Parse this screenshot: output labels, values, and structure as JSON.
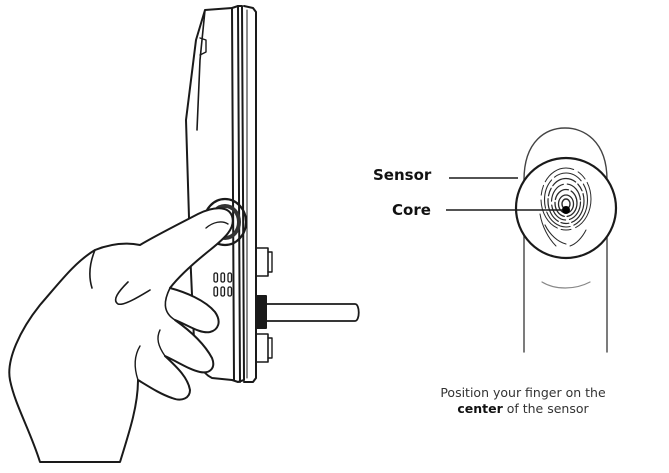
{
  "callouts": {
    "sensor": "Sensor",
    "core": "Core"
  },
  "caption": {
    "line1": "Position your finger on the",
    "line2_bold": "center",
    "line2_rest": " of the sensor"
  },
  "icons": [
    "door-lock-side-view-illustration",
    "hand-pressing-sensor-illustration",
    "fingerprint-icon"
  ],
  "colors": {
    "ink": "#111111",
    "caption_text": "#333333",
    "background": "#ffffff"
  }
}
